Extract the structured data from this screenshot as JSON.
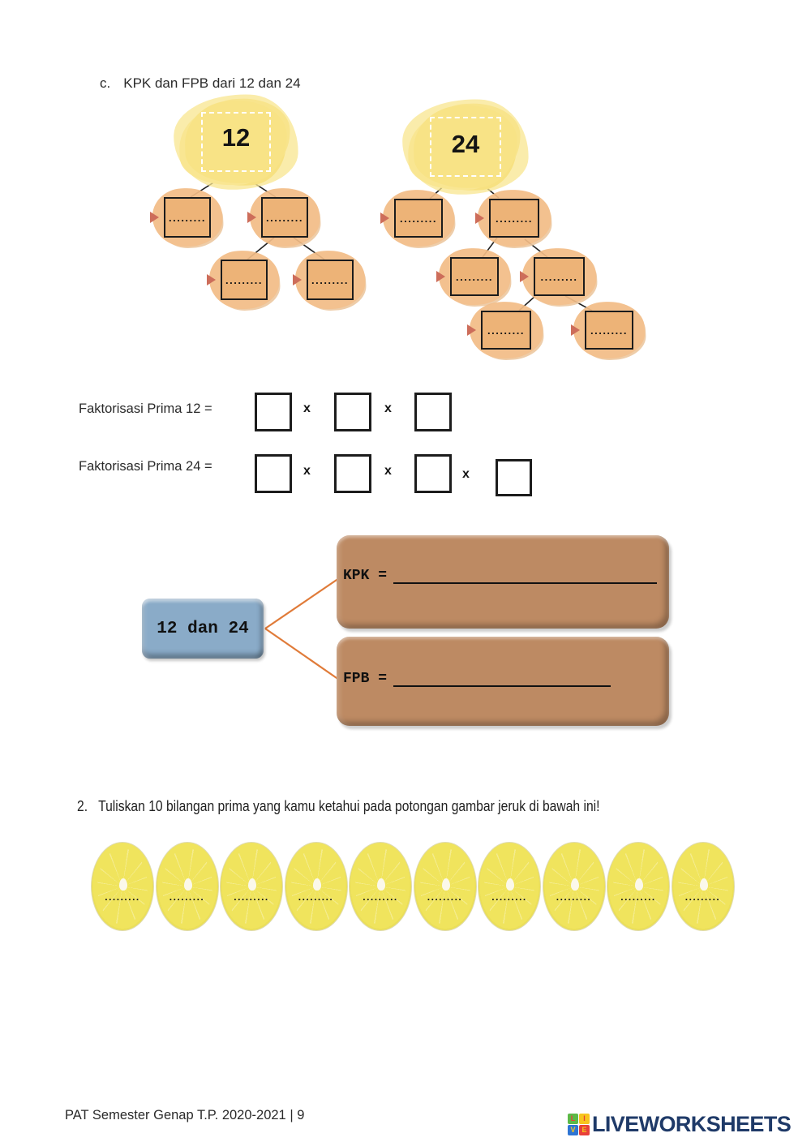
{
  "section": {
    "label": "c.",
    "title": "KPK dan FPB dari 12 dan 24"
  },
  "trees": {
    "tree12_root": "12",
    "tree24_root": "24",
    "answer_placeholder": "........."
  },
  "faktorisasi": {
    "label_12": "Faktorisasi Prima 12 =",
    "label_24": "Faktorisasi Prima 24 =",
    "times": "x",
    "row12_box_count": 3,
    "row24_box_count": 4
  },
  "mapping": {
    "source": "12 dan 24",
    "kpk_label": "KPK =",
    "fpb_label": "FPB ="
  },
  "question2": {
    "number": "2.",
    "text": "Tuliskan 10 bilangan prima yang kamu ketahui pada potongan gambar jeruk di bawah ini!",
    "answer_placeholder": ".........",
    "slice_count": 10
  },
  "footer": {
    "page_info": "PAT Semester Genap T.P. 2020-2021 | 9",
    "brand": "LIVEWORKSHEETS",
    "tiles": [
      {
        "letter": "L",
        "bg": "#5cb947"
      },
      {
        "letter": "I",
        "bg": "#f7c51e"
      },
      {
        "letter": "V",
        "bg": "#2e75d4"
      },
      {
        "letter": "E",
        "bg": "#e8403a"
      }
    ]
  },
  "colors": {
    "highlight_yellow": "#f5d96d",
    "factor_box_fill": "#edb377",
    "factor_blob": "#f2bc86",
    "triangle_accent": "#cd6d5a",
    "panel_brown": "#bd8a63",
    "source_blue": "#8aabc8",
    "connector_orange": "#e07b39",
    "lemon_yellow": "#f0e45d",
    "brand_navy": "#1f3a68"
  }
}
